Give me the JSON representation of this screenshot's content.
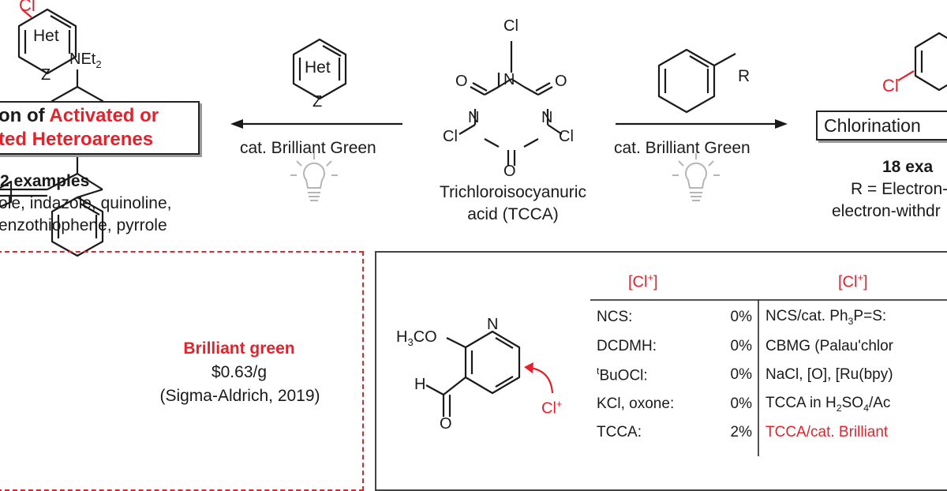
{
  "left_product": {
    "het": "Het",
    "z": "Z",
    "cl": "Cl",
    "box_line1_prefix": "on of ",
    "box_line1_red": "Activated or",
    "box_line2_red": "ted Heteroarenes",
    "examples": "2 examples",
    "scope_line1": "ole, indazole, quinoline,",
    "scope_line2": "enzothiophene, pyrrole"
  },
  "left_arrow": {
    "substrate_het": "Het",
    "substrate_z": "Z",
    "catalyst": "cat. Brilliant Green"
  },
  "tcca": {
    "cl": "Cl",
    "n": "N",
    "o": "O",
    "name_line1": "Trichloroisocyanuric",
    "name_line2": "acid (TCCA)"
  },
  "right_arrow": {
    "r": "R",
    "catalyst": "cat. Brilliant Green"
  },
  "right_product": {
    "cl": "Cl",
    "box": "Chlorination",
    "examples": "18 exa",
    "scope_line1": "R = Electron-",
    "scope_line2": "electron-withdr"
  },
  "dye": {
    "amine": "NEt",
    "amine_sub": "2",
    "name": "Brilliant green",
    "price": "$0.63/g",
    "source": "(Sigma-Aldrich, 2019)"
  },
  "comparison": {
    "substrate": {
      "ome_h": "H",
      "ome_sub": "3",
      "ome_co": "CO",
      "n": "N",
      "h": "H",
      "o": "O",
      "cl": "Cl",
      "cl_sup": "+"
    },
    "header_left": "[Cl",
    "header_left_sup": "+",
    "header_left_close": "]",
    "header_right": "[Cl",
    "header_right_sup": "+",
    "header_right_close": "]",
    "left_rows": [
      {
        "reagent": "NCS:",
        "yield": "0%"
      },
      {
        "reagent": "DCDMH:",
        "yield": "0%"
      },
      {
        "reagent_sup": "t",
        "reagent": "BuOCl:",
        "yield": "0%"
      },
      {
        "reagent": "KCl, oxone:",
        "yield": "0%"
      },
      {
        "reagent": "TCCA:",
        "yield": "2%"
      }
    ],
    "right_rows": [
      {
        "reagent": "NCS/cat. Ph",
        "sub": "3",
        "tail": "P=S:"
      },
      {
        "reagent": "CBMG (Palau'chlor",
        "sub": "",
        "tail": ""
      },
      {
        "reagent": "NaCl, [O], [Ru(bpy)",
        "sub": "",
        "tail": ""
      },
      {
        "reagent": "TCCA in H",
        "sub": "2",
        "tail": "SO",
        "sub2": "4",
        "tail2": "/Ac"
      },
      {
        "reagent": "TCCA/cat. Brilliant",
        "sub": "",
        "tail": ""
      }
    ]
  }
}
